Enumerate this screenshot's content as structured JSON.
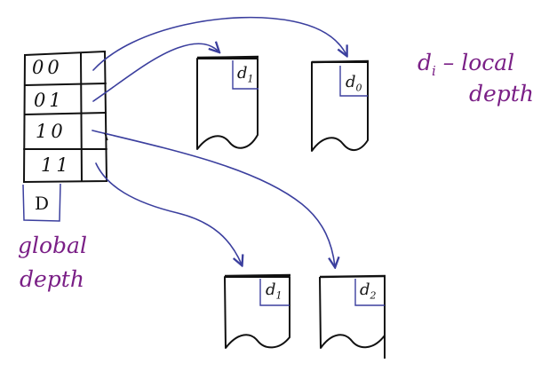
{
  "directory": {
    "entries": [
      "00",
      "01",
      "10",
      "11"
    ],
    "global_depth_symbol": "D"
  },
  "buckets": [
    {
      "id": "top-left",
      "depth_base": "d",
      "depth_sub": "1"
    },
    {
      "id": "top-right",
      "depth_base": "d",
      "depth_sub": "0"
    },
    {
      "id": "bottom-left",
      "depth_base": "d",
      "depth_sub": "1"
    },
    {
      "id": "bottom-right",
      "depth_base": "d",
      "depth_sub": "2"
    }
  ],
  "annotations": {
    "local_depth_symbol": "d",
    "local_depth_sub": "i",
    "local_depth_line1": "– local",
    "local_depth_line2": "depth",
    "global_depth_line1": "global",
    "global_depth_line2": "depth"
  },
  "colors": {
    "ink": "#111111",
    "arrow": "#3b3f9e",
    "annotation": "#7a1f86",
    "depth_box": "#3b3f9e"
  }
}
